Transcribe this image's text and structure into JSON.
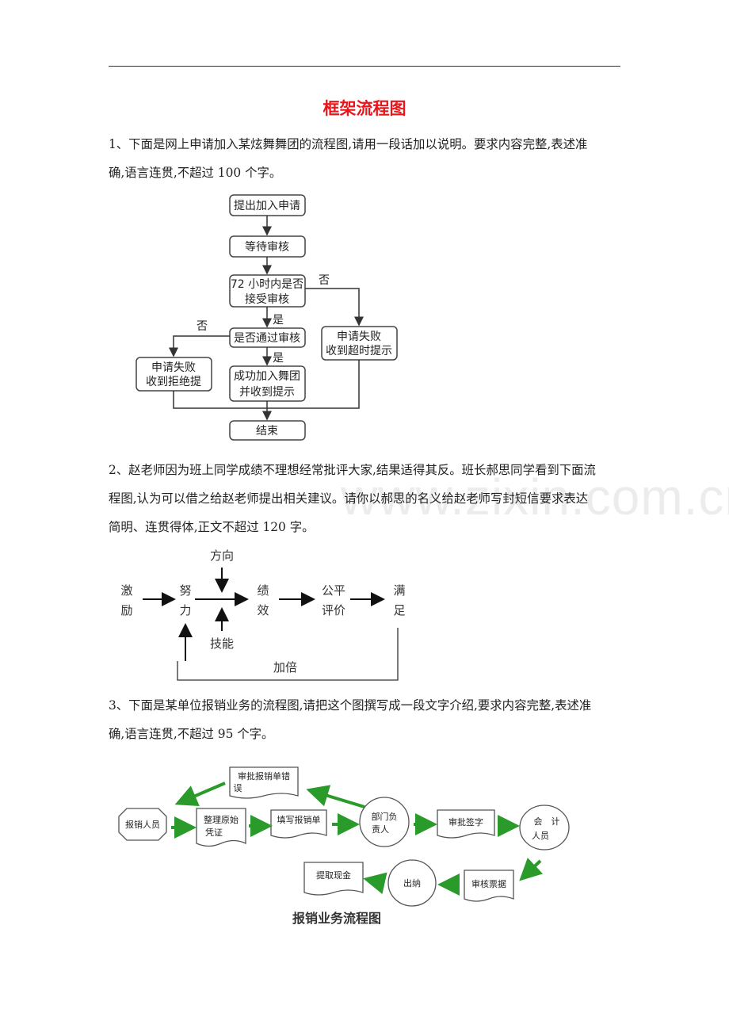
{
  "document": {
    "title": "框架流程图",
    "q1": {
      "line1": "1、下面是网上申请加入某炫舞舞团的流程图,请用一段话加以说明。要求内容完整,表述准",
      "line2": "确,语言连贯,不超过 100 个字。"
    },
    "q2": {
      "line1": "2、赵老师因为班上同学成绩不理想经常批评大家,结果适得其反。班长郝思同学看到下面流",
      "line2": "程图,认为可以借之给赵老师提出相关建议。请你以郝思的名义给赵老师写封短信要求表达",
      "line3": "简明、连贯得体,正文不超过 120 字。"
    },
    "q3": {
      "line1": "3、下面是某单位报销业务的流程图,请把这个图撰写成一段文字介绍,要求内容完整,表述准",
      "line2": "确,语言连贯,不超过 95 个字。"
    },
    "watermark": "www.zixin.com.cn"
  },
  "flow1": {
    "apply": "提出加入申请",
    "wait": "等待审核",
    "check72_l1": "72 小时内是否",
    "check72_l2": "接受审核",
    "pass": "是否通过审核",
    "fail_reject_l1": "申请失败",
    "fail_reject_l2": "收到拒绝提",
    "success_l1": "成功加入舞团",
    "success_l2": "并收到提示",
    "fail_timeout_l1": "申请失败",
    "fail_timeout_l2": "收到超时提示",
    "end": "结束",
    "yes1": "是",
    "yes2": "是",
    "no1": "否",
    "no2": "否"
  },
  "flow2": {
    "jili_1": "激",
    "jili_2": "励",
    "nuli_1": "努",
    "nuli_2": "力",
    "fangxiang": "方向",
    "jineng": "技能",
    "jixiao_1": "绩",
    "jixiao_2": "效",
    "pingjia_1": "公平",
    "pingjia_2": "评价",
    "manzu_1": "满",
    "manzu_2": "足",
    "jiabei": "加倍"
  },
  "flow3": {
    "caption": "报销业务流程图",
    "person": "报销人员",
    "organize_l1": "整理原始",
    "organize_l2": "凭证",
    "fill": "填写报销单",
    "error_l1": "审批报销单错",
    "error_l2": "误",
    "dept_l1": "部门负",
    "dept_l2": "责人",
    "sign": "审批签字",
    "acct_l1": "会　计",
    "acct_l2": "人员",
    "review": "审核票据",
    "cashier": "出纳",
    "withdraw": "提取现金"
  },
  "colors": {
    "title": "#e8161c",
    "arrow_green": "#2a9a2a",
    "box_border": "#444444"
  }
}
